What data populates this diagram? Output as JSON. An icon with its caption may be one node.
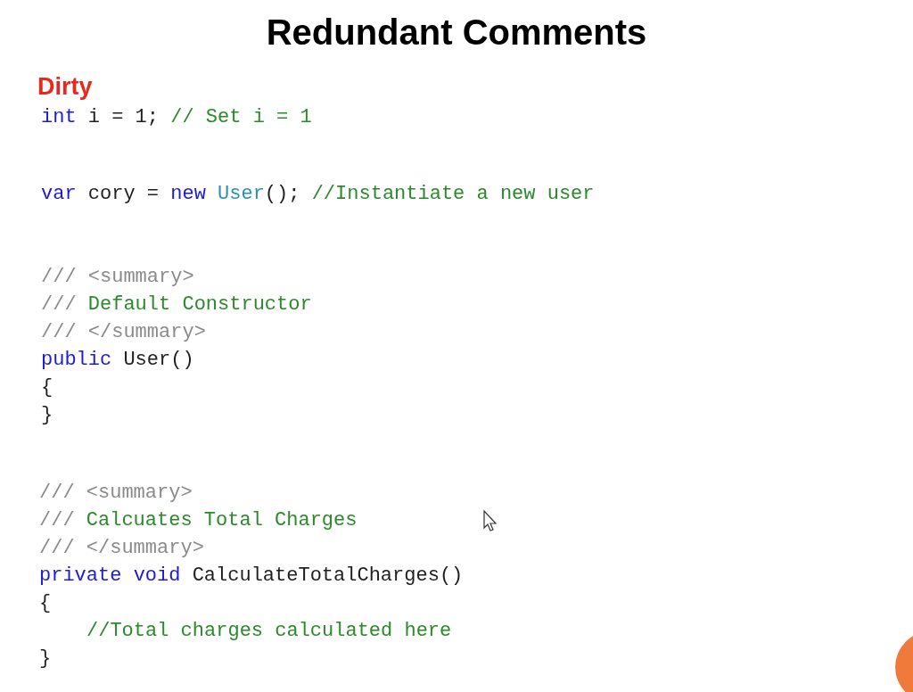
{
  "diagram": {
    "title": "Redundant Comments",
    "labels": [
      "Dirty",
      "int i = 1; // Set i = 1",
      "var cory = new User(); //Instantiate a new user",
      "/// <summary>",
      "/// Default Constructor",
      "/// </summary>",
      "public User()",
      "{",
      "}",
      "/// <summary>",
      "/// Calcuates Total Charges",
      "/// </summary>",
      "private void CalculateTotalCharges()",
      "{",
      "//Total charges calculated here",
      "}"
    ]
  }
}
